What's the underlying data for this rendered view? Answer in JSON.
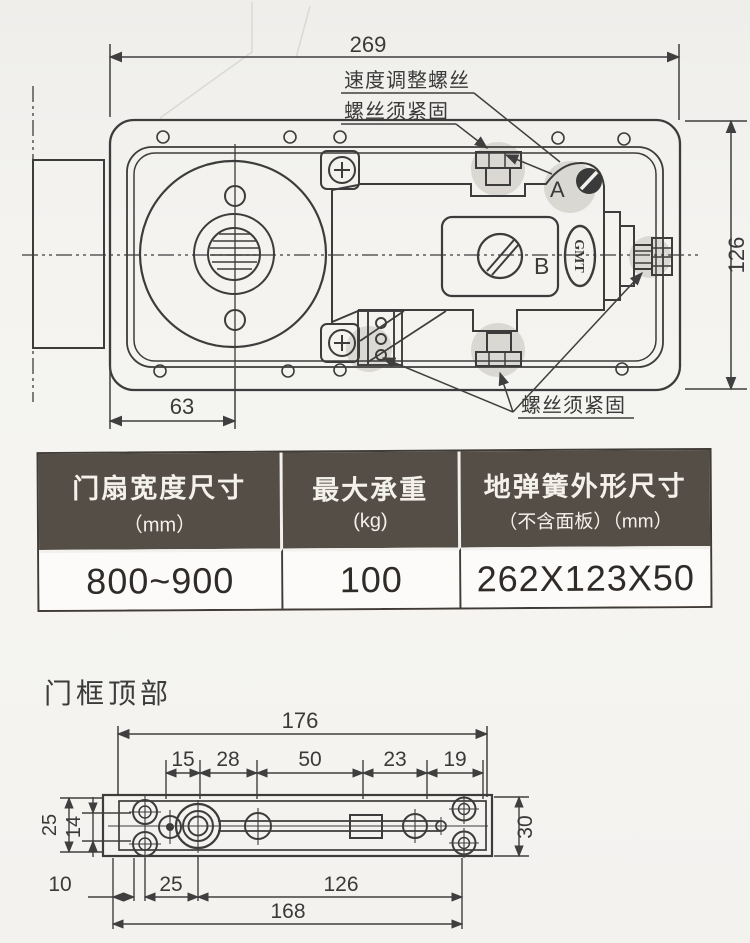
{
  "colors": {
    "paper": "#f4f3f0",
    "line": "#3c3c3c",
    "table_header_bg": "#544e47",
    "table_header_text": "#f4f1ea",
    "highlight_gray": "#c6c3bd"
  },
  "top_drawing": {
    "dim_overall_width": "269",
    "dim_overall_height": "126",
    "dim_pivot_offset": "63",
    "label_speed_adjust_screw": "速度调整螺丝",
    "label_screws_tighten_top": "螺丝须紧固",
    "label_screws_tighten_bottom": "螺丝须紧固",
    "marker_a": "A",
    "marker_b": "B",
    "brand": "GMT"
  },
  "spec_table": {
    "columns": [
      {
        "title": "门扇宽度尺寸",
        "unit": "（mm）",
        "value": "800~900"
      },
      {
        "title": "最大承重",
        "unit": "(kg)",
        "value": "100"
      },
      {
        "title": "地弹簧外形尺寸",
        "unit": "（不含面板）（mm）",
        "value": "262X123X50"
      }
    ]
  },
  "bottom_drawing": {
    "title": "门框顶部",
    "dim_total_top": "176",
    "top_segments": [
      "15",
      "28",
      "50",
      "23",
      "19"
    ],
    "dim_left_outer": "25",
    "dim_left_inner": "14",
    "dim_right": "30",
    "dim_bottom_left": "10",
    "dim_bottom_pivot": "25",
    "dim_bottom_span": "126",
    "dim_bottom_total": "168"
  }
}
